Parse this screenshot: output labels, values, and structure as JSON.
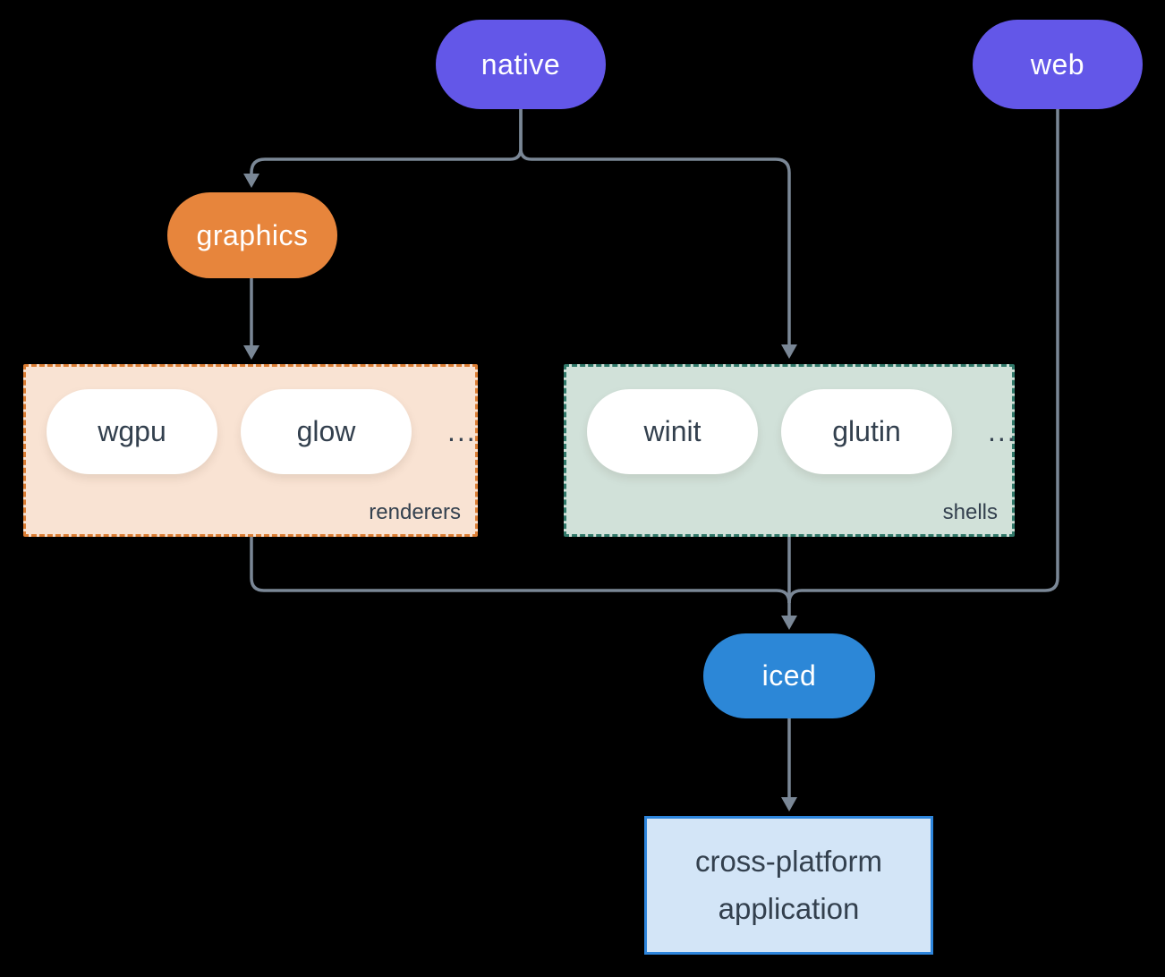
{
  "canvas": {
    "background_color": "#000000",
    "connector_color": "#7A8796"
  },
  "nodes": {
    "native": {
      "label": "native",
      "fill": "#6357E8",
      "text_color": "#FFFFFF"
    },
    "web": {
      "label": "web",
      "fill": "#6357E8",
      "text_color": "#FFFFFF"
    },
    "graphics": {
      "label": "graphics",
      "fill": "#E7853C",
      "text_color": "#FFFFFF"
    },
    "iced": {
      "label": "iced",
      "fill": "#2C87D7",
      "text_color": "#FFFFFF"
    },
    "application": {
      "line1": "cross-platform",
      "line2": "application",
      "fill": "#D3E5F7",
      "border_color": "#2D85DC",
      "text_color": "#33404E"
    }
  },
  "groups": {
    "renderers": {
      "label": "renderers",
      "items": [
        "wgpu",
        "glow"
      ],
      "ellipsis": "...",
      "fill": "#F9E3D3",
      "border_color": "#DC7E34"
    },
    "shells": {
      "label": "shells",
      "items": [
        "winit",
        "glutin"
      ],
      "ellipsis": "...",
      "fill": "#D1E1D9",
      "border_color": "#31796A"
    }
  }
}
